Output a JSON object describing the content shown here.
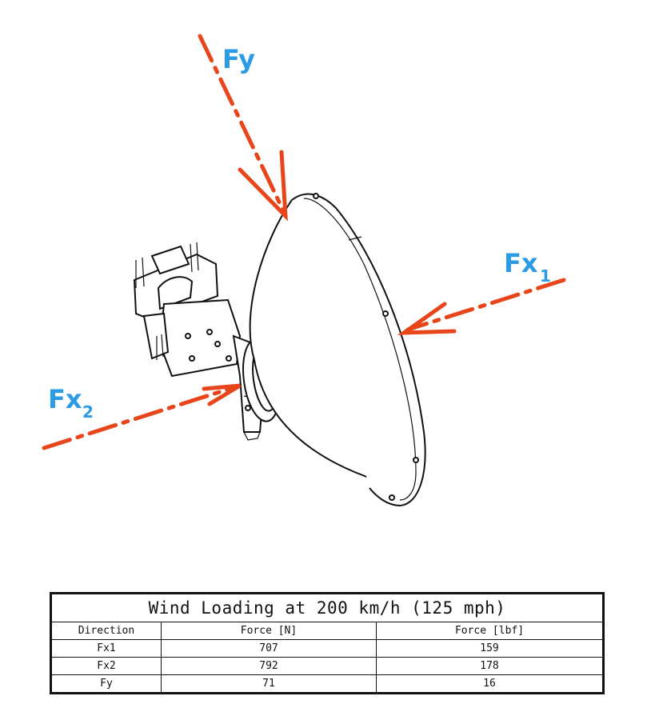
{
  "diagram": {
    "labels": {
      "fy": "Fy",
      "fx1_main": "Fx",
      "fx1_sub": "1",
      "fx2_main": "Fx",
      "fx2_sub": "2"
    },
    "colors": {
      "arrow": "#e8461a",
      "label": "#2b9be6"
    }
  },
  "table": {
    "title": "Wind Loading at 200 km/h (125 mph)",
    "headers": [
      "Direction",
      "Force [N]",
      "Force [lbf]"
    ],
    "rows": [
      [
        "Fx1",
        "707",
        "159"
      ],
      [
        "Fx2",
        "792",
        "178"
      ],
      [
        "Fy",
        "71",
        "16"
      ]
    ]
  }
}
